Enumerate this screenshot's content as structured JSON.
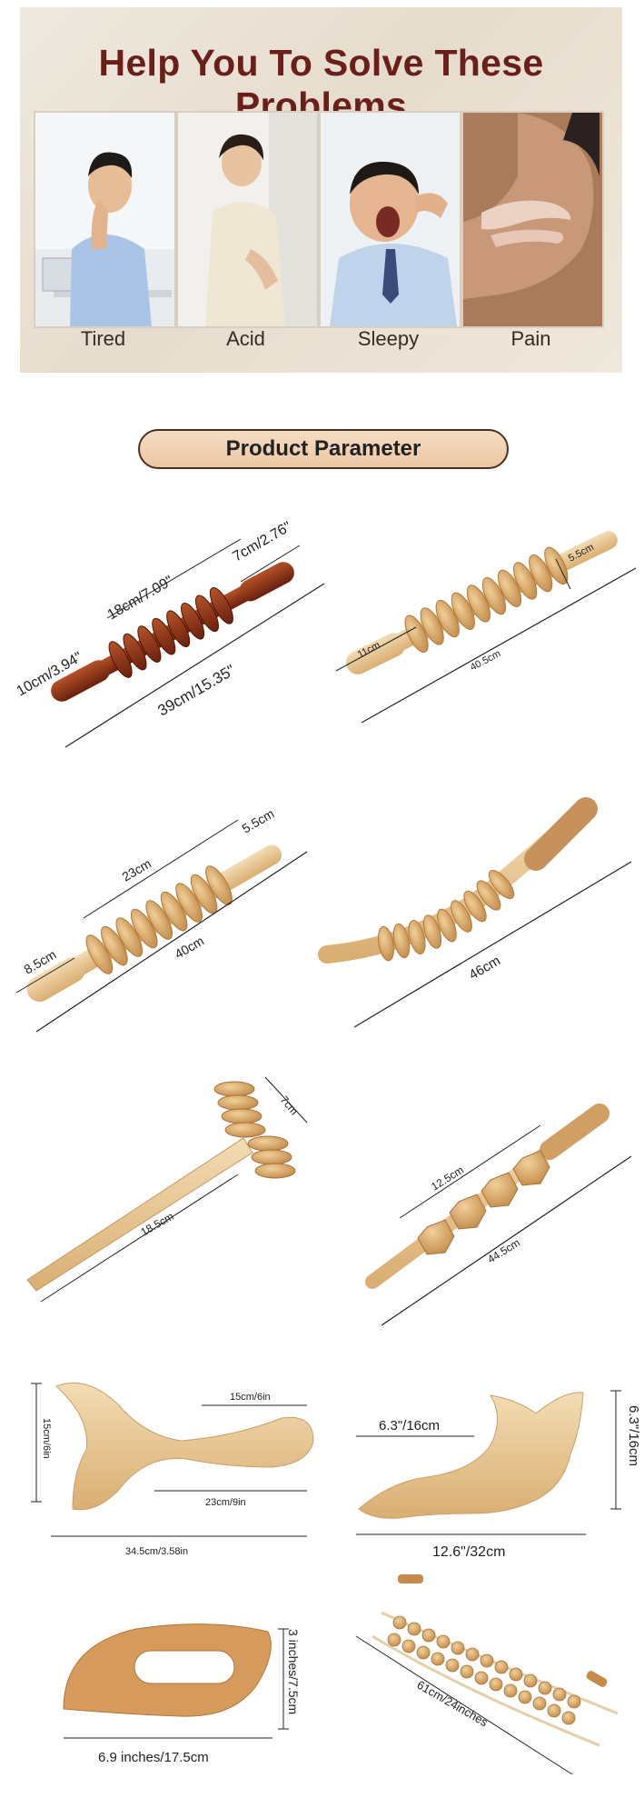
{
  "banner": {
    "title": "Help You To Solve These Problems",
    "tiles": [
      {
        "label": "Tired"
      },
      {
        "label": "Acid"
      },
      {
        "label": "Sleepy"
      },
      {
        "label": "Pain"
      }
    ]
  },
  "section": {
    "title": "Product Parameter"
  },
  "products": {
    "p1": {
      "d1": "10cm/3.94\"",
      "d2": "18cm/7.09\"",
      "d3": "7cm/2.76\"",
      "d4": "39cm/15.35\""
    },
    "p2": {
      "d1": "11cm",
      "d2": "5.5cm",
      "d3": "40.5cm"
    },
    "p3": {
      "d1": "23cm",
      "d2": "5.5cm",
      "d3": "8.5cm",
      "d4": "40cm"
    },
    "p4": {
      "d1": "46cm"
    },
    "p5": {
      "d1": "7cm",
      "d2": "18.5cm"
    },
    "p6": {
      "d1": "12.5cm",
      "d2": "44.5cm"
    },
    "p7": {
      "d1": "15cm/6in",
      "d2": "15cm/6in",
      "d3": "23cm/9in",
      "d4": "34.5cm/3.58in"
    },
    "p8": {
      "d1": "6.3\"/16cm",
      "d2": "6.3\"/16cm",
      "d3": "12.6\"/32cm"
    },
    "p9": {
      "d1": "3 inches/7.5cm",
      "d2": "6.9 inches/17.5cm"
    },
    "p10": {
      "d1": "61cm/24inches"
    }
  },
  "colors": {
    "title": "#6b1f1a",
    "wood_light": "#e6c08c",
    "wood_dark": "#8a2e12"
  }
}
